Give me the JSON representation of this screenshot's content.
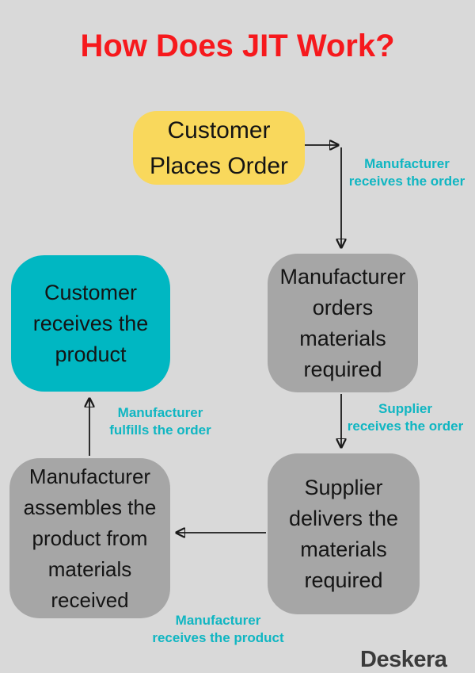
{
  "page": {
    "title": "How Does JIT Work?",
    "brand": "Deskera",
    "background_color": "#d9d9d9",
    "title_color": "#f6191d"
  },
  "colors": {
    "start_node": "#f9d85c",
    "end_node": "#00b7c2",
    "process_node": "#a6a6a6",
    "edge_label": "#10b6c2",
    "arrow": "#1a1a1a"
  },
  "nodes": {
    "customer_places_order": {
      "label": "Customer Places Order",
      "fill": "#f9d85c"
    },
    "manufacturer_orders": {
      "label": "Manufacturer orders materials required",
      "fill": "#a6a6a6"
    },
    "supplier_delivers": {
      "label": "Supplier delivers the materials required",
      "fill": "#a6a6a6"
    },
    "manufacturer_assembles": {
      "label": "Manufacturer assembles the product from materials received",
      "fill": "#a6a6a6"
    },
    "customer_receives": {
      "label": "Customer receives the product",
      "fill": "#00b7c2"
    }
  },
  "edge_labels": {
    "manufacturer_receives_order": {
      "line1": "Manufacturer",
      "line2": "receives the order"
    },
    "supplier_receives_order": {
      "line1": "Supplier",
      "line2": "receives the order"
    },
    "manufacturer_fulfills_order": {
      "line1": "Manufacturer",
      "line2": "fulfills the order"
    },
    "manufacturer_receives_product": {
      "line1": "Manufacturer",
      "line2": "receives the product"
    }
  }
}
